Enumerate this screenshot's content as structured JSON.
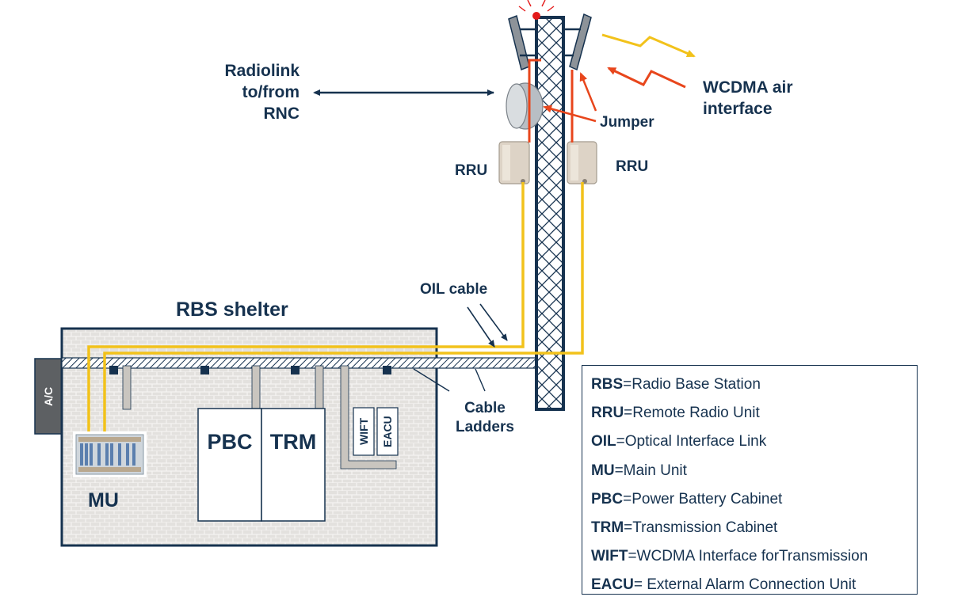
{
  "labels": {
    "radiolink": [
      "Radiolink",
      "to/from",
      "RNC"
    ],
    "wcdma_air": [
      "WCDMA air",
      "interface"
    ],
    "jumper": "Jumper",
    "rru_left": "RRU",
    "rru_right": "RRU",
    "oil_cable": "OIL cable",
    "rbs_shelter": "RBS shelter",
    "cable_ladders": [
      "Cable",
      "Ladders"
    ],
    "ac": "A/C",
    "mu": "MU",
    "pbc": "PBC",
    "trm": "TRM",
    "wift": "WIFT",
    "eacu": "EACU"
  },
  "legend": [
    {
      "abbr": "RBS",
      "text": "=Radio Base Station"
    },
    {
      "abbr": "RRU",
      "text": "=Remote Radio Unit"
    },
    {
      "abbr": "OIL",
      "text": "=Optical Interface Link"
    },
    {
      "abbr": "MU",
      "text": "=Main Unit"
    },
    {
      "abbr": "PBC",
      "text": "=Power Battery Cabinet"
    },
    {
      "abbr": "TRM",
      "text": "=Transmission Cabinet"
    },
    {
      "abbr": "WIFT",
      "text": "=WCDMA Interface forTransmission"
    },
    {
      "abbr": "EACU",
      "text": "= External Alarm Connection Unit"
    }
  ],
  "colors": {
    "navy": "#16324f",
    "cable_yellow": "#f2c21b",
    "jumper_red": "#e8461c",
    "shelter_fill": "#e3e1de",
    "brick_line": "#f5f4f2",
    "cabinet_fill": "#ffffff",
    "rru_fill": "#ddd3c6"
  }
}
